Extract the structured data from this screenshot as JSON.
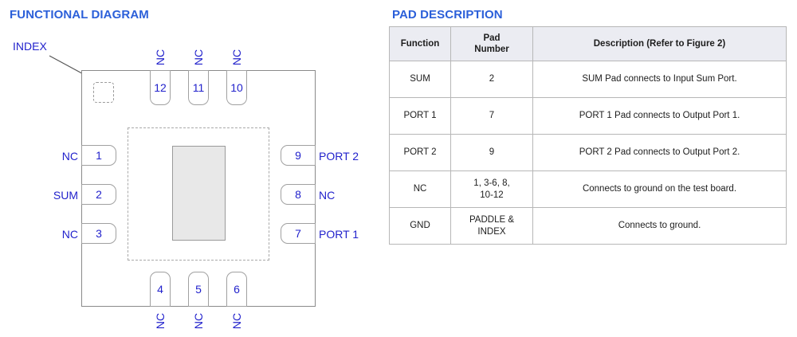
{
  "sections": {
    "functional_diagram": {
      "title": "FUNCTIONAL DIAGRAM",
      "index_label": "INDEX",
      "pads": {
        "left": [
          {
            "number": "1",
            "signal": "NC",
            "connected": false
          },
          {
            "number": "2",
            "signal": "SUM",
            "connected": true
          },
          {
            "number": "3",
            "signal": "NC",
            "connected": false
          }
        ],
        "right": [
          {
            "number": "9",
            "signal": "PORT 2",
            "connected": true
          },
          {
            "number": "8",
            "signal": "NC",
            "connected": false
          },
          {
            "number": "7",
            "signal": "PORT 1",
            "connected": true
          }
        ],
        "top": [
          {
            "number": "12",
            "signal": "NC"
          },
          {
            "number": "11",
            "signal": "NC"
          },
          {
            "number": "10",
            "signal": "NC"
          }
        ],
        "bottom": [
          {
            "number": "4",
            "signal": "NC"
          },
          {
            "number": "5",
            "signal": "NC"
          },
          {
            "number": "6",
            "signal": "NC"
          }
        ]
      }
    },
    "pad_description": {
      "title": "PAD DESCRIPTION",
      "table": {
        "headers": [
          "Function",
          "Pad\nNumber",
          "Description (Refer to Figure 2)"
        ],
        "header_function": "Function",
        "header_pad_number_line1": "Pad",
        "header_pad_number_line2": "Number",
        "header_description": "Description (Refer to Figure 2)",
        "rows": [
          {
            "function": "SUM",
            "pad_number": "2",
            "pad_number_line2": "",
            "description": "SUM Pad connects to Input Sum Port."
          },
          {
            "function": "PORT 1",
            "pad_number": "7",
            "pad_number_line2": "",
            "description": "PORT 1 Pad connects to Output Port 1."
          },
          {
            "function": "PORT 2",
            "pad_number": "9",
            "pad_number_line2": "",
            "description": "PORT 2 Pad connects to Output Port 2."
          },
          {
            "function": "NC",
            "pad_number": "1, 3-6, 8,",
            "pad_number_line2": "10-12",
            "description": "Connects to ground on the test board."
          },
          {
            "function": "GND",
            "pad_number": "PADDLE &",
            "pad_number_line2": "INDEX",
            "description": "Connects to ground."
          }
        ]
      }
    }
  },
  "colors": {
    "heading_blue": "#2b5fd9",
    "label_blue": "#2222cc",
    "outline_gray": "#8a8a8a",
    "block_fill": "#e8e8e8",
    "table_header_fill": "#ebecf2",
    "table_border": "#b7b7b7"
  }
}
